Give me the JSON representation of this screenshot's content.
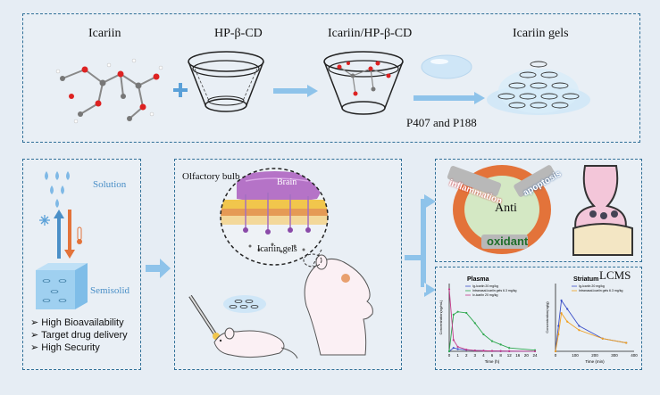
{
  "top": {
    "icariin": "Icariin",
    "hpbcd": "HP-β-CD",
    "complex": "Icariin/HP-β-CD",
    "gels": "Icariin gels",
    "polymers": "P407 and P188"
  },
  "left": {
    "solution": "Solution",
    "semisolid": "Semisolid",
    "bullets": [
      "High Bioavailability",
      "Target drug delivery",
      "High Security"
    ]
  },
  "middle": {
    "olfactory": "Olfactory bulb",
    "brain": "Brain",
    "gels": "Icariin gels"
  },
  "right": {
    "inflammation": "inflammation",
    "apoptosis": "apoptosis",
    "anti": "Anti",
    "oxidant": "oxidant",
    "lcms": "LCMS"
  },
  "chart_data": [
    {
      "type": "line",
      "title": "Plasma",
      "xlabel": "Time (h)",
      "ylabel": "Concentration(ng/mL)",
      "xticks": [
        "0",
        "1",
        "2",
        "3",
        "4",
        "6",
        "8",
        "12",
        "16",
        "20",
        "24"
      ],
      "legend": [
        "Ig-Icariin 20 mg/kg",
        "Intranasal-icariin gels 6.3 mg/kg",
        "Iv-icariin 20 mg/kg"
      ],
      "series": [
        {
          "name": "Ig-Icariin 20 mg/kg",
          "color": "#3b4fc8",
          "x": [
            0,
            0.5,
            1,
            2,
            3,
            4,
            6,
            8,
            12,
            24
          ],
          "y": [
            0,
            60,
            40,
            25,
            15,
            10,
            6,
            4,
            2,
            1
          ]
        },
        {
          "name": "Intranasal-icariin gels 6.3 mg/kg",
          "color": "#2fa84f",
          "x": [
            0,
            0.5,
            1,
            2,
            3,
            4,
            6,
            8,
            12,
            24
          ],
          "y": [
            0,
            650,
            700,
            680,
            500,
            300,
            180,
            120,
            60,
            20
          ]
        },
        {
          "name": "Iv-icariin 20 mg/kg",
          "color": "#c43a8a",
          "x": [
            0,
            0.5,
            1,
            2,
            3,
            4,
            6,
            8,
            12,
            24
          ],
          "y": [
            1100,
            200,
            80,
            30,
            15,
            10,
            6,
            4,
            2,
            1
          ]
        }
      ]
    },
    {
      "type": "line",
      "title": "Striatum",
      "xlabel": "Time (min)",
      "ylabel": "Concentration(ng/g)",
      "xticks": [
        "0",
        "100",
        "200",
        "300",
        "400"
      ],
      "legend": [
        "Ig-Icariin 20 mg/kg",
        "Intranasal-icariin gels 6.3 mg/kg"
      ],
      "series": [
        {
          "name": "Ig-Icariin 20 mg/kg",
          "color": "#3b4fc8",
          "x": [
            0,
            15,
            30,
            60,
            120,
            240,
            360
          ],
          "y": [
            0,
            6,
            12,
            10,
            6,
            3,
            2
          ]
        },
        {
          "name": "Intranasal-icariin gels 6.3 mg/kg",
          "color": "#f0a020",
          "x": [
            0,
            15,
            30,
            60,
            120,
            240,
            360
          ],
          "y": [
            0,
            4,
            9,
            7,
            5,
            3,
            2
          ]
        }
      ]
    }
  ]
}
